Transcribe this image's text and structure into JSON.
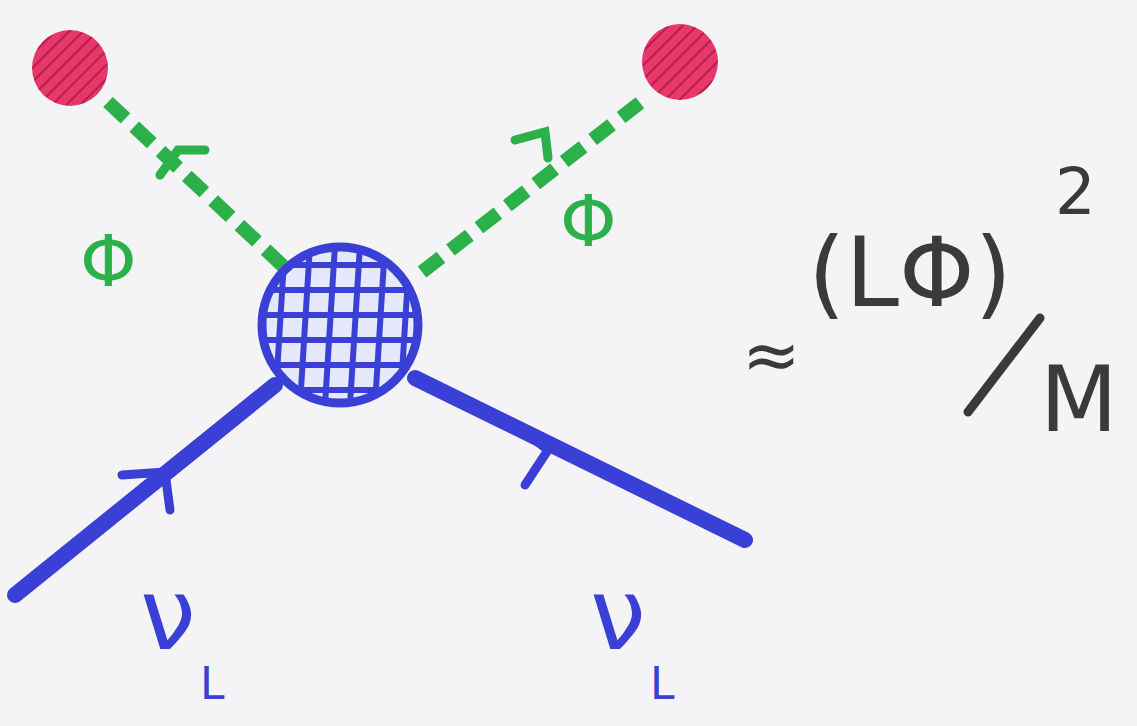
{
  "diagram": {
    "labels": [
      "Φ",
      "Φ",
      "ν",
      "L",
      "ν",
      "L",
      "≈",
      "(LΦ)",
      "2",
      "M"
    ]
  }
}
